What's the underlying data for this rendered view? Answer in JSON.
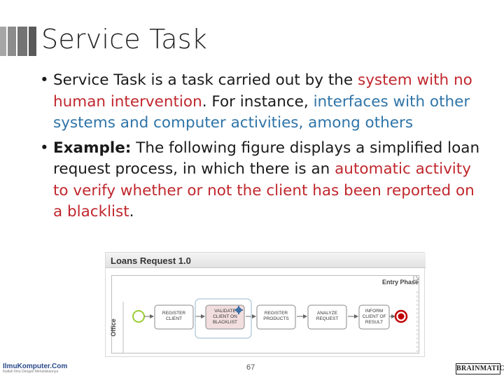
{
  "slide": {
    "title": "Service Task",
    "bullet_glyph": "•",
    "bullet1": {
      "t1": "Service Task is a task carried out by the ",
      "red1": "system with no human intervention",
      "t2": ". For instance, ",
      "blue1": "interfaces with other systems and computer activities, among others"
    },
    "bullet2": {
      "bold": "Example:",
      "t1": " The following figure displays a simplified loan request process, in which there is an ",
      "red1": "automatic activity to verify whether or not the client has been reported on a blacklist",
      "t2": "."
    },
    "page_number": "67"
  },
  "figure": {
    "title": "Loans Request 1.0",
    "phase": "Entry Phase",
    "lane": "Office",
    "tasks": [
      {
        "line1": "REGISTER",
        "line2": "CLIENT",
        "line3": ""
      },
      {
        "line1": "VALIDATE",
        "line2": "CLIENT ON",
        "line3": "BLACKLIST"
      },
      {
        "line1": "REGISTER",
        "line2": "PRODUCTS",
        "line3": ""
      },
      {
        "line1": "ANALYZE",
        "line2": "REQUEST",
        "line3": ""
      },
      {
        "line1": "INFORM",
        "line2": "CLIENT OF",
        "line3": "RESULT"
      }
    ]
  },
  "footer": {
    "left_logo": "IlmuKomputer.Com",
    "left_tag": "Ikatlah Ilmu Dengan Menuliskannya",
    "right_logo": "BRAINMATICS"
  },
  "colors": {
    "red_text": "#c0272d",
    "blue_text": "#2e74a8",
    "start_event": "#9acd32",
    "end_event": "#c00000",
    "task_border": "#8a8a8a",
    "service_task_fill": "#f2dede"
  }
}
